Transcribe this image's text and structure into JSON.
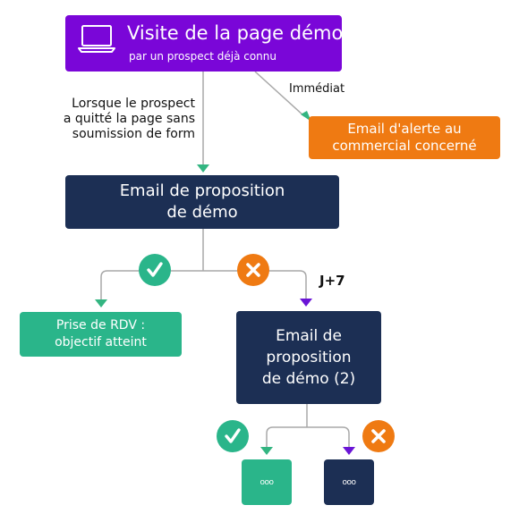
{
  "colors": {
    "purple": "#7a06d8",
    "navy": "#1c2f54",
    "orange": "#ef7a12",
    "teal": "#2ab58a",
    "line": "#a8a8a8",
    "arrow_green": "#33b581",
    "arrow_purple": "#6a14d6",
    "text_dark": "#111111"
  },
  "nodes": {
    "visit": {
      "title": "Visite de la page démo",
      "subtitle": "par un prospect déjà connu",
      "icon": "laptop-icon"
    },
    "alert_email": {
      "line1": "Email d'alerte au",
      "line2": "commercial concerné"
    },
    "demo_email": {
      "line1": "Email de proposition",
      "line2": "de démo"
    },
    "rdv": {
      "line1": "Prise de RDV :",
      "line2": "objectif atteint"
    },
    "demo_email_2": {
      "line1": "Email de",
      "line2": "proposition",
      "line3": "de démo (2)"
    },
    "next_yes": {
      "label": "ooo"
    },
    "next_no": {
      "label": "ooo"
    }
  },
  "edge_labels": {
    "left_condition": {
      "line1": "Lorsque le prospect",
      "line2": "a quitté la page sans",
      "line3": "soumission de form"
    },
    "immediate": "Immédiat",
    "delay": "J+7"
  },
  "badges": {
    "yes_icon": "check-icon",
    "no_icon": "cross-icon"
  }
}
